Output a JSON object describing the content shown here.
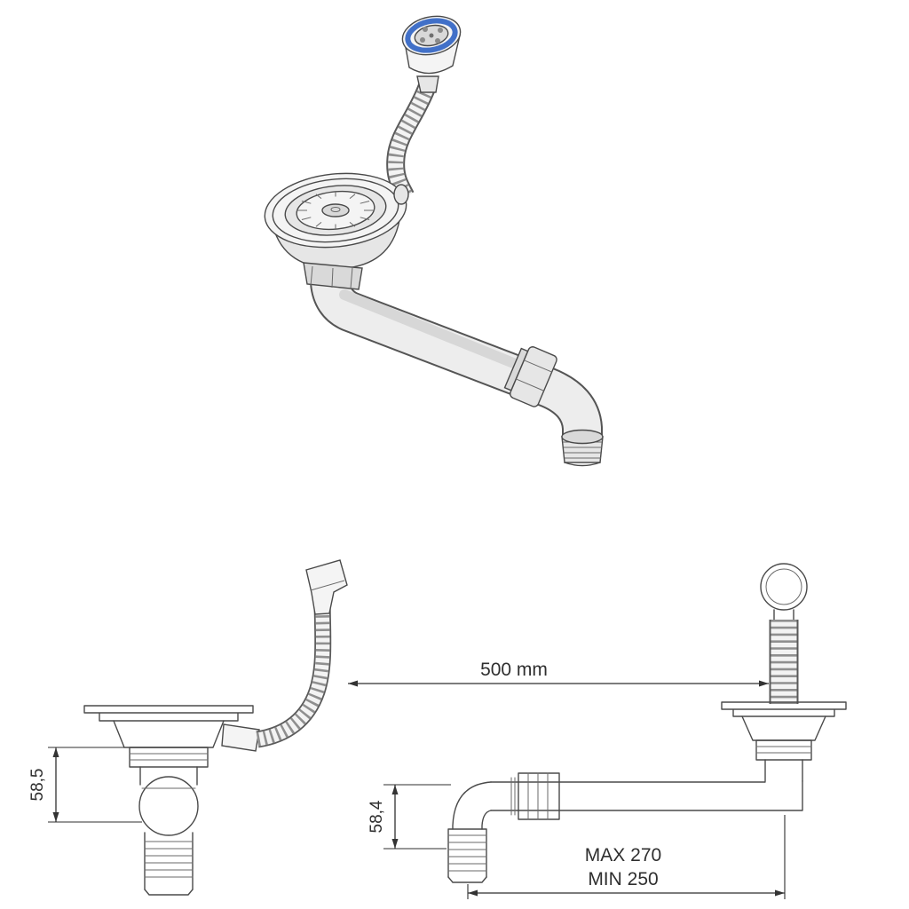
{
  "document": {
    "background": "#ffffff",
    "line_color": "#4a4a4a",
    "dim_color": "#2f2f2f",
    "accent_blue": "#4170c8"
  },
  "annotations": {
    "hose_span": "500 mm",
    "left_drain_height": "58,5",
    "right_drain_height": "58,4",
    "pipe_max": "MAX 270",
    "pipe_min": "MIN 250"
  }
}
